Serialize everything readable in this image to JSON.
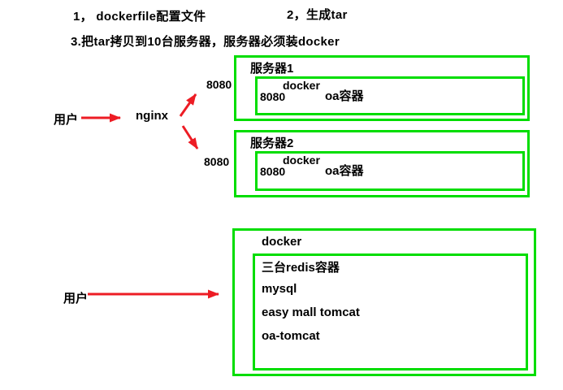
{
  "colors": {
    "box_green": "#00dd00",
    "arrow_red": "#ed1c24",
    "text": "#000000",
    "background": "#ffffff"
  },
  "notes": {
    "step1": "1， dockerfile配置文件",
    "step2": "2，生成tar",
    "step3": "3.把tar拷贝到10台服务器，服务器必须装docker"
  },
  "flow_top": {
    "user_label": "用户",
    "nginx_label": "nginx",
    "port_top": "8080",
    "port_bottom": "8080"
  },
  "server1": {
    "title": "服务器1",
    "docker_label": "docker",
    "port": "8080",
    "container": "oa容器"
  },
  "server2": {
    "title": "服务器2",
    "docker_label": "docker",
    "port": "8080",
    "container": "oa容器"
  },
  "bottom": {
    "user_label": "用户",
    "docker_label": "docker",
    "containers": [
      "三台redis容器",
      "mysql",
      "easy mall tomcat",
      "oa-tomcat"
    ]
  }
}
